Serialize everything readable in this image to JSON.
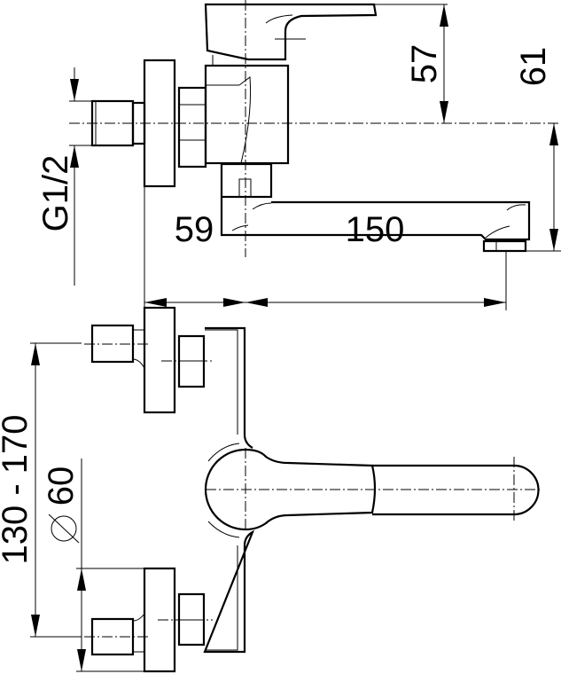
{
  "drawing": {
    "side_view": {
      "dim_height_handle": "57",
      "dim_height_spout": "61",
      "dim_thread": "G1/2",
      "dim_wall_offset": "59",
      "dim_spout_reach": "150"
    },
    "front_view": {
      "dim_inlet_spacing": "130 - 170",
      "dim_flange_diameter": "60",
      "diameter_symbol": "⌀"
    }
  }
}
